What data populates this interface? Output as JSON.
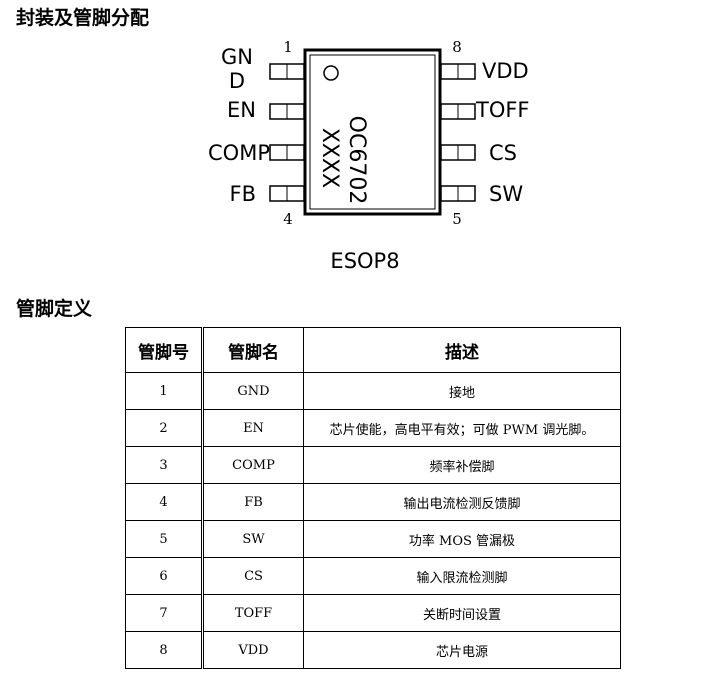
{
  "package_section": {
    "title": "封装及管脚分配",
    "package_name": "ESOP8",
    "chip_marking_line1": "OC6702",
    "chip_marking_line2": "XXXX",
    "left_pins": [
      {
        "label_line1": "GN",
        "label_line2": "D"
      },
      {
        "label": "EN"
      },
      {
        "label": "COMP"
      },
      {
        "label": "FB"
      }
    ],
    "right_pins": [
      {
        "label": "VDD"
      },
      {
        "label": "TOFF"
      },
      {
        "label": "CS"
      },
      {
        "label": "SW"
      }
    ],
    "pin_numbers": {
      "top_left": "1",
      "top_right": "8",
      "bottom_left": "4",
      "bottom_right": "5"
    }
  },
  "definition_section": {
    "title": "管脚定义",
    "headers": [
      "管脚号",
      "管脚名",
      "描述"
    ],
    "rows": [
      [
        "1",
        "GND",
        "接地"
      ],
      [
        "2",
        "EN",
        "芯片使能，高电平有效；可做 PWM 调光脚。"
      ],
      [
        "3",
        "COMP",
        "频率补偿脚"
      ],
      [
        "4",
        "FB",
        "输出电流检测反馈脚"
      ],
      [
        "5",
        "SW",
        "功率 MOS 管漏极"
      ],
      [
        "6",
        "CS",
        "输入限流检测脚"
      ],
      [
        "7",
        "TOFF",
        "关断时间设置"
      ],
      [
        "8",
        "VDD",
        "芯片电源"
      ]
    ]
  }
}
